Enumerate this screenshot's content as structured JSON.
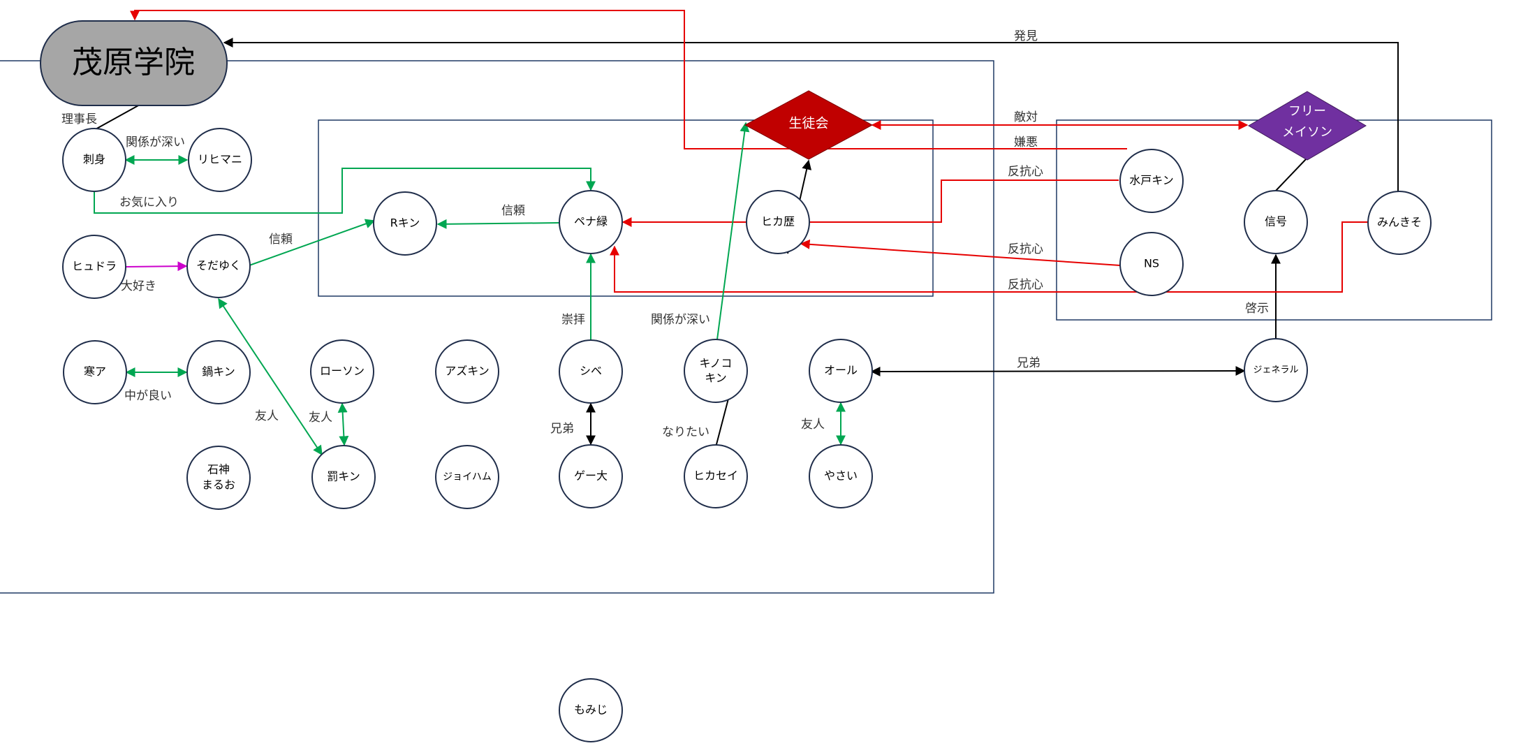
{
  "school": {
    "label": "茂原学院"
  },
  "diamonds": {
    "council": {
      "label": "生徒会",
      "fill": "#c00000"
    },
    "freemason": {
      "line1": "フリー",
      "line2": "メイソン",
      "fill": "#7030a0"
    }
  },
  "nodes": {
    "sashimi": {
      "label": "刺身"
    },
    "rihimani": {
      "label": "リヒマニ"
    },
    "hyudora": {
      "label": "ヒュドラ"
    },
    "sodayuku": {
      "label": "そだゆく"
    },
    "kana": {
      "label": "寒ア"
    },
    "nabekin": {
      "label": "鍋キン"
    },
    "ishigami": {
      "line1": "石神",
      "line2": "まるお"
    },
    "rkin": {
      "label": "Rキン"
    },
    "penamidori": {
      "label": "ペナ緑"
    },
    "hikareki": {
      "label": "ヒカ歴"
    },
    "lawson": {
      "label": "ローソン"
    },
    "batsukin": {
      "label": "罰キン"
    },
    "azukin": {
      "label": "アズキン"
    },
    "joyham": {
      "label": "ジョイハム"
    },
    "shibe": {
      "label": "シベ"
    },
    "gedai": {
      "label": "ゲー大"
    },
    "kinokokin": {
      "line1": "キノコ",
      "line2": "キン"
    },
    "hikasei": {
      "label": "ヒカセイ"
    },
    "oru": {
      "label": "オール"
    },
    "yasai": {
      "label": "やさい"
    },
    "mitokin": {
      "label": "水戸キン"
    },
    "ns": {
      "label": "NS"
    },
    "shingo": {
      "label": "信号"
    },
    "minkiso": {
      "label": "みんきそ"
    },
    "general": {
      "label": "ジェネラル"
    },
    "momiji": {
      "label": "もみじ"
    }
  },
  "edge_labels": {
    "rijicho": "理事長",
    "kankei1": "関係が深い",
    "okiniiri": "お気に入り",
    "shinrai1": "信頼",
    "shinrai2": "信頼",
    "daisuki": "大好き",
    "nakagaii": "中が良い",
    "yujin1": "友人",
    "yujin2": "友人",
    "suhai": "崇拝",
    "kankei2": "関係が深い",
    "kyodai1": "兄弟",
    "naritai": "なりたい",
    "yujin3": "友人",
    "kyodai2": "兄弟",
    "hakken": "発見",
    "tekitai": "敵対",
    "keno": "嫌悪",
    "hankoshin1": "反抗心",
    "hankoshin2": "反抗心",
    "hankoshin3": "反抗心",
    "keiji": "啓示"
  },
  "colors": {
    "node_stroke": "#1f2d4a",
    "box_stroke": "#1f3864",
    "school_fill": "#a6a6a6",
    "green": "#00a651",
    "red": "#e60000",
    "black": "#000000",
    "magenta": "#cc00cc"
  }
}
